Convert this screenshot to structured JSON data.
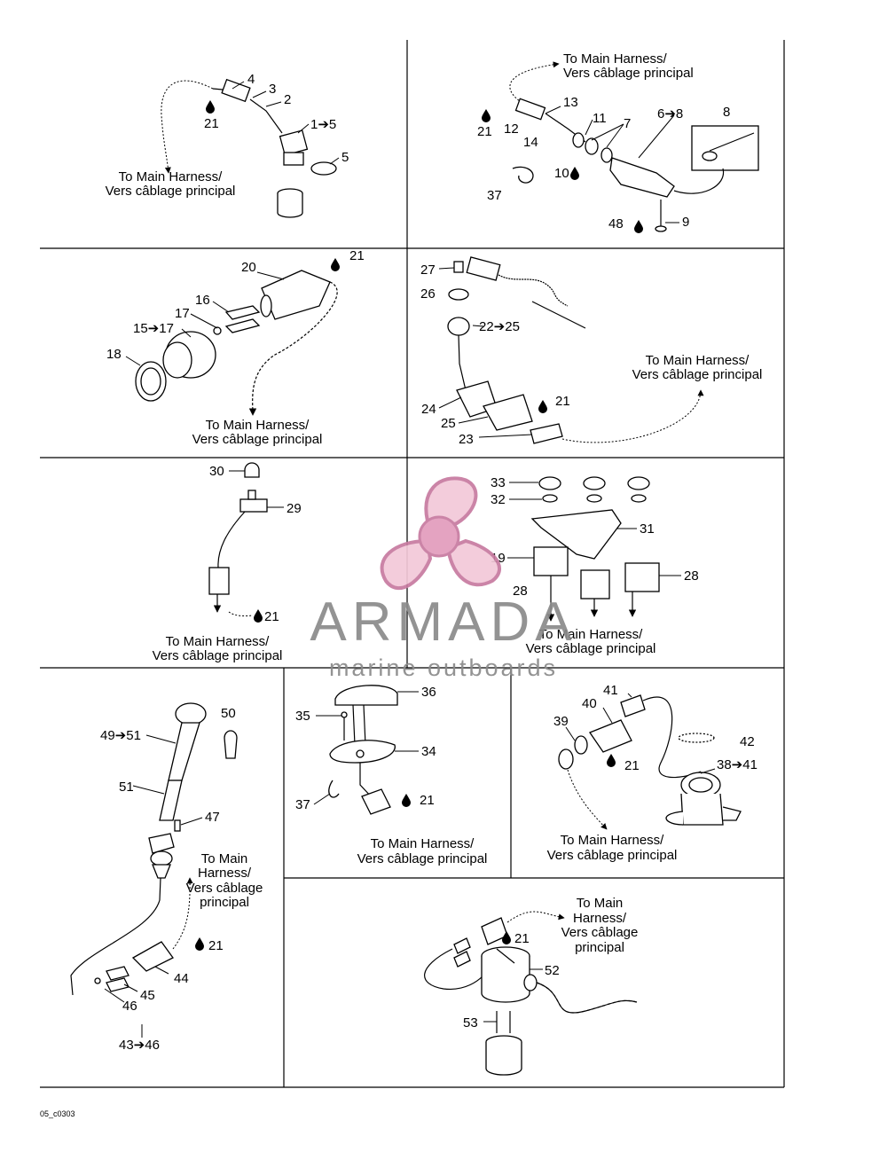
{
  "harness_label": {
    "en": "To Main Harness/",
    "fr": "Vers câblage principal"
  },
  "harness_label_stacked": {
    "l1": "To Main",
    "l2": "Harness/",
    "l3": "Vers câblage",
    "l4": "principal"
  },
  "callouts": {
    "c21": "21",
    "c4": "4",
    "c3": "3",
    "c2": "2",
    "c1_5": "1➔5",
    "c5": "5",
    "c13": "13",
    "c11": "11",
    "c7": "7",
    "c6_8": "6➔8",
    "c8": "8",
    "c12": "12",
    "c14": "14",
    "c10": "10",
    "c37": "37",
    "c48": "48",
    "c9": "9",
    "c20": "20",
    "c16": "16",
    "c17": "17",
    "c15_17": "15➔17",
    "c18": "18",
    "c27": "27",
    "c26": "26",
    "c22_25": "22➔25",
    "c24": "24",
    "c25": "25",
    "c23": "23",
    "c30": "30",
    "c29": "29",
    "c33": "33",
    "c32": "32",
    "c31": "31",
    "c19": "19",
    "c28": "28",
    "c50": "50",
    "c49_51": "49➔51",
    "c51": "51",
    "c47": "47",
    "c44": "44",
    "c45": "45",
    "c46": "46",
    "c43_46": "43➔46",
    "c36": "36",
    "c35": "35",
    "c34": "34",
    "c41": "41",
    "c40": "40",
    "c39": "39",
    "c42": "42",
    "c38_41": "38➔41",
    "c52": "52",
    "c53": "53"
  },
  "watermark": {
    "brand": "ARMADA",
    "tagline": "marine outboards",
    "logo_colors": {
      "light": "#f3c8d8",
      "dark": "#e29cbc",
      "outline": "#c77aa0"
    }
  },
  "drawing_code": "05_c0303"
}
